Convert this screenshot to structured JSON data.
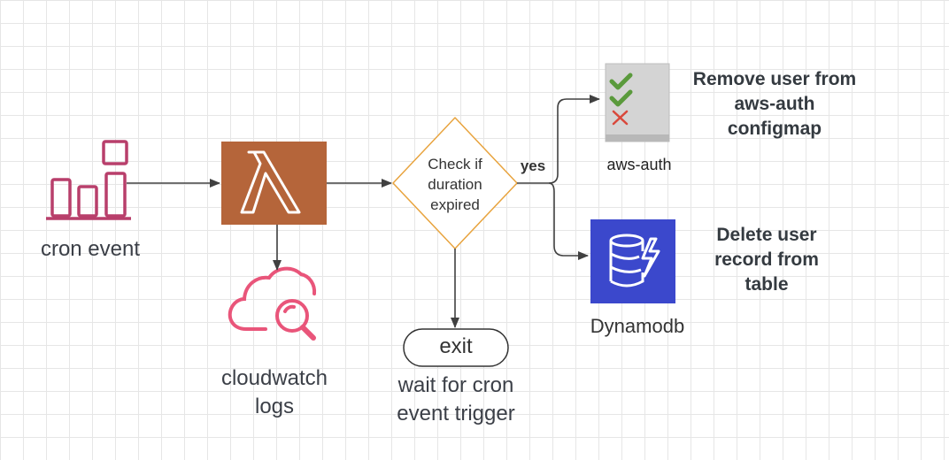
{
  "diagram": {
    "nodes": {
      "cron_event": {
        "label": "cron event"
      },
      "cloudwatch": {
        "label_lines": [
          "cloudwatch",
          "logs"
        ]
      },
      "decision": {
        "text_lines": [
          "Check if",
          "duration",
          "expired"
        ]
      },
      "exit": {
        "label": "exit",
        "caption_lines": [
          "wait for cron",
          "event trigger"
        ]
      },
      "aws_auth": {
        "label": "aws-auth",
        "note_lines": [
          "Remove user from",
          "aws-auth",
          "configmap"
        ]
      },
      "dynamodb": {
        "label": "Dynamodb",
        "note_lines": [
          "Delete user",
          "record from",
          "table"
        ]
      }
    },
    "edges": {
      "yes_label": "yes"
    },
    "colors": {
      "cron": "#b83f6b",
      "lambda": "#b5653a",
      "cloudwatch": "#e9557a",
      "decision": "#e8a33d",
      "dynamodb": "#3b48cc",
      "arrow": "#404040"
    }
  }
}
